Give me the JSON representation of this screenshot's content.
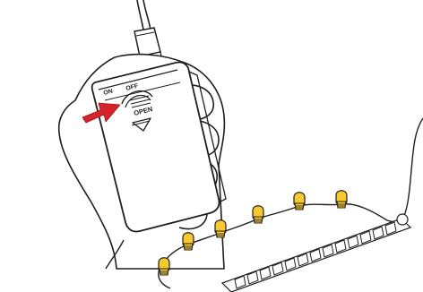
{
  "labels": {
    "switch_on": "ON",
    "switch_off": "OFF",
    "cover_open": "OPEN"
  },
  "colors": {
    "outline": "#1f1f1f",
    "bulb_fill": "#f6c92f",
    "arrow": "#d4232a",
    "background": "#ffffff"
  },
  "icons": {
    "pointer": "red-arrow-icon",
    "open_direction": "down-chevron-icon"
  }
}
